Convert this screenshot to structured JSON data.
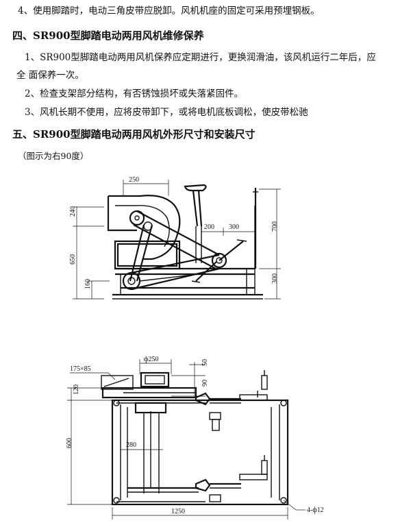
{
  "lines": {
    "l1": "4、使用脚踏时，电动三角皮带应脱卸。风机机座的固定可采用预埋钢板。",
    "h4": "四、SR900型脚踏电动两用风机维修保养",
    "p1a": "1、SR900型脚踏电动两用风机保养应定期进行，更换润滑油，该风机运行二年后，应",
    "p1b": "全 面保养一次。",
    "p2": "2、检查支架部分结构，有否锈蚀损坏或失落紧固件。",
    "p3": "3、风机长期不使用，应将皮带卸下，或将电机底板调松，使皮带松驰",
    "h5": "五、SR900型脚踏电动两用风机外形尺寸和安装尺寸",
    "caption": "（图示为右90度）"
  },
  "fig1": {
    "d250": "250",
    "d240": "240",
    "d650": "650",
    "d160": "160",
    "d200": "200",
    "d300a": "300",
    "d700": "700",
    "d300b": "300"
  },
  "fig2": {
    "outlet": "175×85",
    "phi250": "ф250",
    "d50": "50",
    "d90": "90",
    "d120": "120",
    "d600": "600",
    "d280": "280",
    "d1250": "1250",
    "holes": "4-ф12"
  }
}
